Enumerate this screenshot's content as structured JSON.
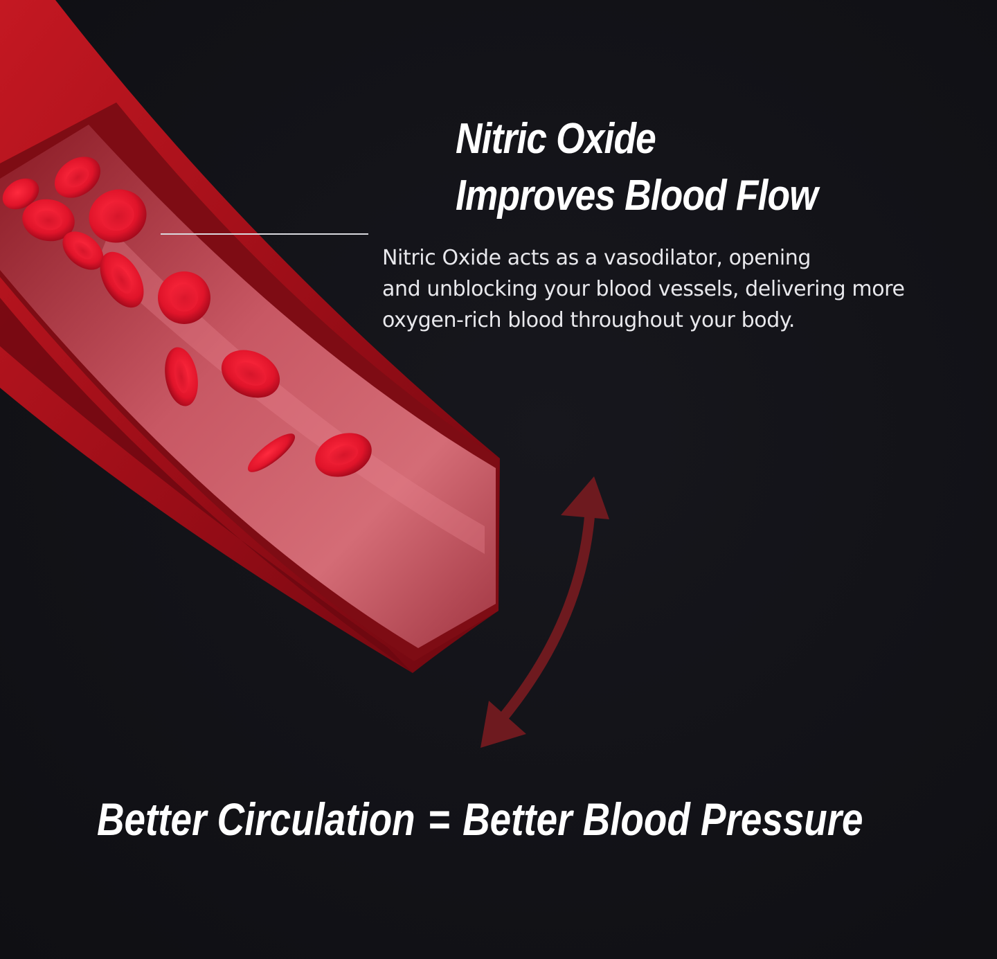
{
  "heading": {
    "line1": "Nitric Oxide",
    "line2": "Improves Blood Flow"
  },
  "description": {
    "line1": "Nitric Oxide acts as a vasodilator, opening",
    "line2": "and unblocking your blood vessels, delivering more",
    "line3": "oxygen-rich blood throughout your body."
  },
  "tagline": {
    "left": "Better Circulation",
    "operator": "=",
    "right": "Better Blood Pressure"
  },
  "colors": {
    "background": "#121217",
    "vessel_wall": "#9e0f18",
    "vessel_inner": "#c9505a",
    "blood_cell": "#e0142a",
    "arrow": "#6e1a1f",
    "text": "#ffffff"
  }
}
